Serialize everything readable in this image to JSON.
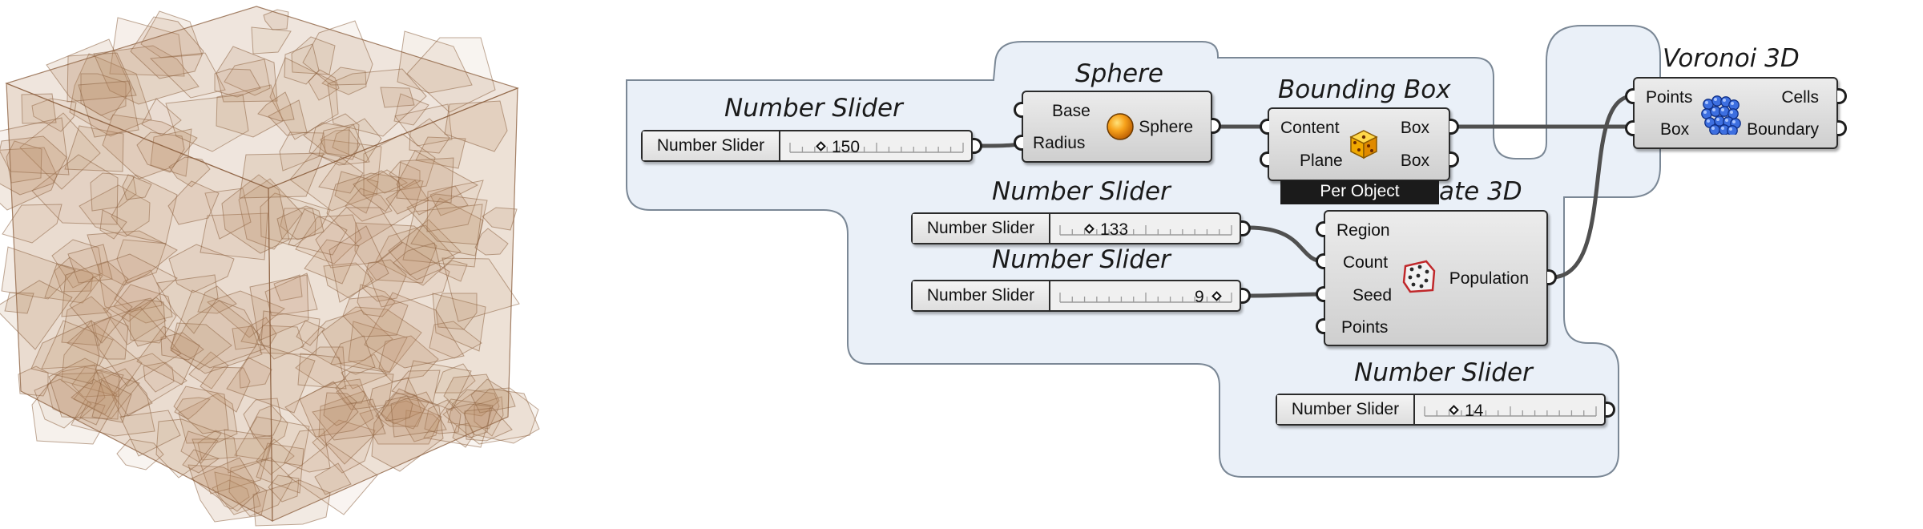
{
  "render": {
    "fill_color": "#b88a62",
    "edge_color": "#8d6242"
  },
  "canvas": {
    "group_fill": "#eaf0f8",
    "group_stroke": "#7b8896",
    "wire_color": "#505050"
  },
  "components": {
    "slider_radius": {
      "title": "Number Slider",
      "name": "Number Slider",
      "value": "150"
    },
    "slider_count": {
      "title": "Number Slider",
      "name": "Number Slider",
      "value": "133"
    },
    "slider_seed": {
      "title": "Number Slider",
      "name": "Number Slider",
      "value": "9"
    },
    "slider_bottom": {
      "title": "Number Slider",
      "name": "Number Slider",
      "value": "14"
    },
    "sphere": {
      "title": "Sphere",
      "inputs": [
        "Base",
        "Radius"
      ],
      "outputs": [
        "Sphere"
      ],
      "icon": "sphere-icon"
    },
    "bounding_box": {
      "title": "Bounding Box",
      "inputs": [
        "Content",
        "Plane"
      ],
      "outputs": [
        "Box",
        "Box"
      ],
      "icon": "dice-box-icon",
      "footer": "Per Object"
    },
    "populate": {
      "title": "ate 3D",
      "inputs": [
        "Region",
        "Count",
        "Seed",
        "Points"
      ],
      "outputs": [
        "Population"
      ],
      "icon": "populate-dice-icon"
    },
    "voronoi": {
      "title": "Voronoi 3D",
      "inputs": [
        "Points",
        "Box"
      ],
      "outputs": [
        "Cells",
        "Boundary"
      ],
      "icon": "voronoi-cells-icon"
    }
  }
}
